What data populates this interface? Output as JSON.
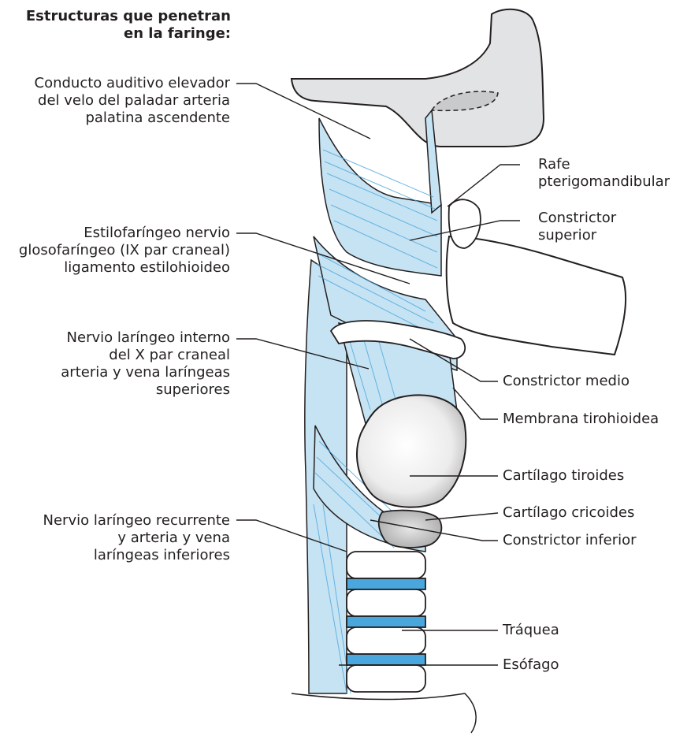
{
  "heading": [
    "Estructuras que penetran",
    "en la faringe:"
  ],
  "left_labels": [
    {
      "id": "auditivo",
      "lines": [
        "Conducto auditivo elevador",
        "del velo del paladar arteria",
        "palatina ascendente"
      ]
    },
    {
      "id": "estilo",
      "lines": [
        "Estilofaríngeo nervio",
        "glosofaríngeo (IX par craneal)",
        "ligamento estilohioideo"
      ]
    },
    {
      "id": "interno",
      "lines": [
        "Nervio laríngeo interno",
        "del X par craneal",
        "arteria y vena laríngeas",
        "superiores"
      ]
    },
    {
      "id": "recurrente",
      "lines": [
        "Nervio laríngeo recurrente",
        "y arteria y vena",
        "laríngeas inferiores"
      ]
    }
  ],
  "right_labels": [
    {
      "id": "rafe",
      "lines": [
        "Rafe",
        "pterigomandibular"
      ]
    },
    {
      "id": "superior",
      "lines": [
        "Constrictor",
        "superior"
      ]
    },
    {
      "id": "medio",
      "lines": [
        "Constrictor medio"
      ]
    },
    {
      "id": "membrana",
      "lines": [
        "Membrana tirohioidea"
      ]
    },
    {
      "id": "tiroides",
      "lines": [
        "Cartílago tiroides"
      ]
    },
    {
      "id": "cricoides",
      "lines": [
        "Cartílago cricoides"
      ]
    },
    {
      "id": "inferior",
      "lines": [
        "Constrictor inferior"
      ]
    },
    {
      "id": "traquea",
      "lines": [
        "Tráquea"
      ]
    },
    {
      "id": "esofago",
      "lines": [
        "Esófago"
      ]
    }
  ],
  "colors": {
    "muscle": "#c6e3f3",
    "muscle_dark": "#4aa7dd",
    "bone": "#e2e3e4",
    "ink": "#231f20"
  }
}
